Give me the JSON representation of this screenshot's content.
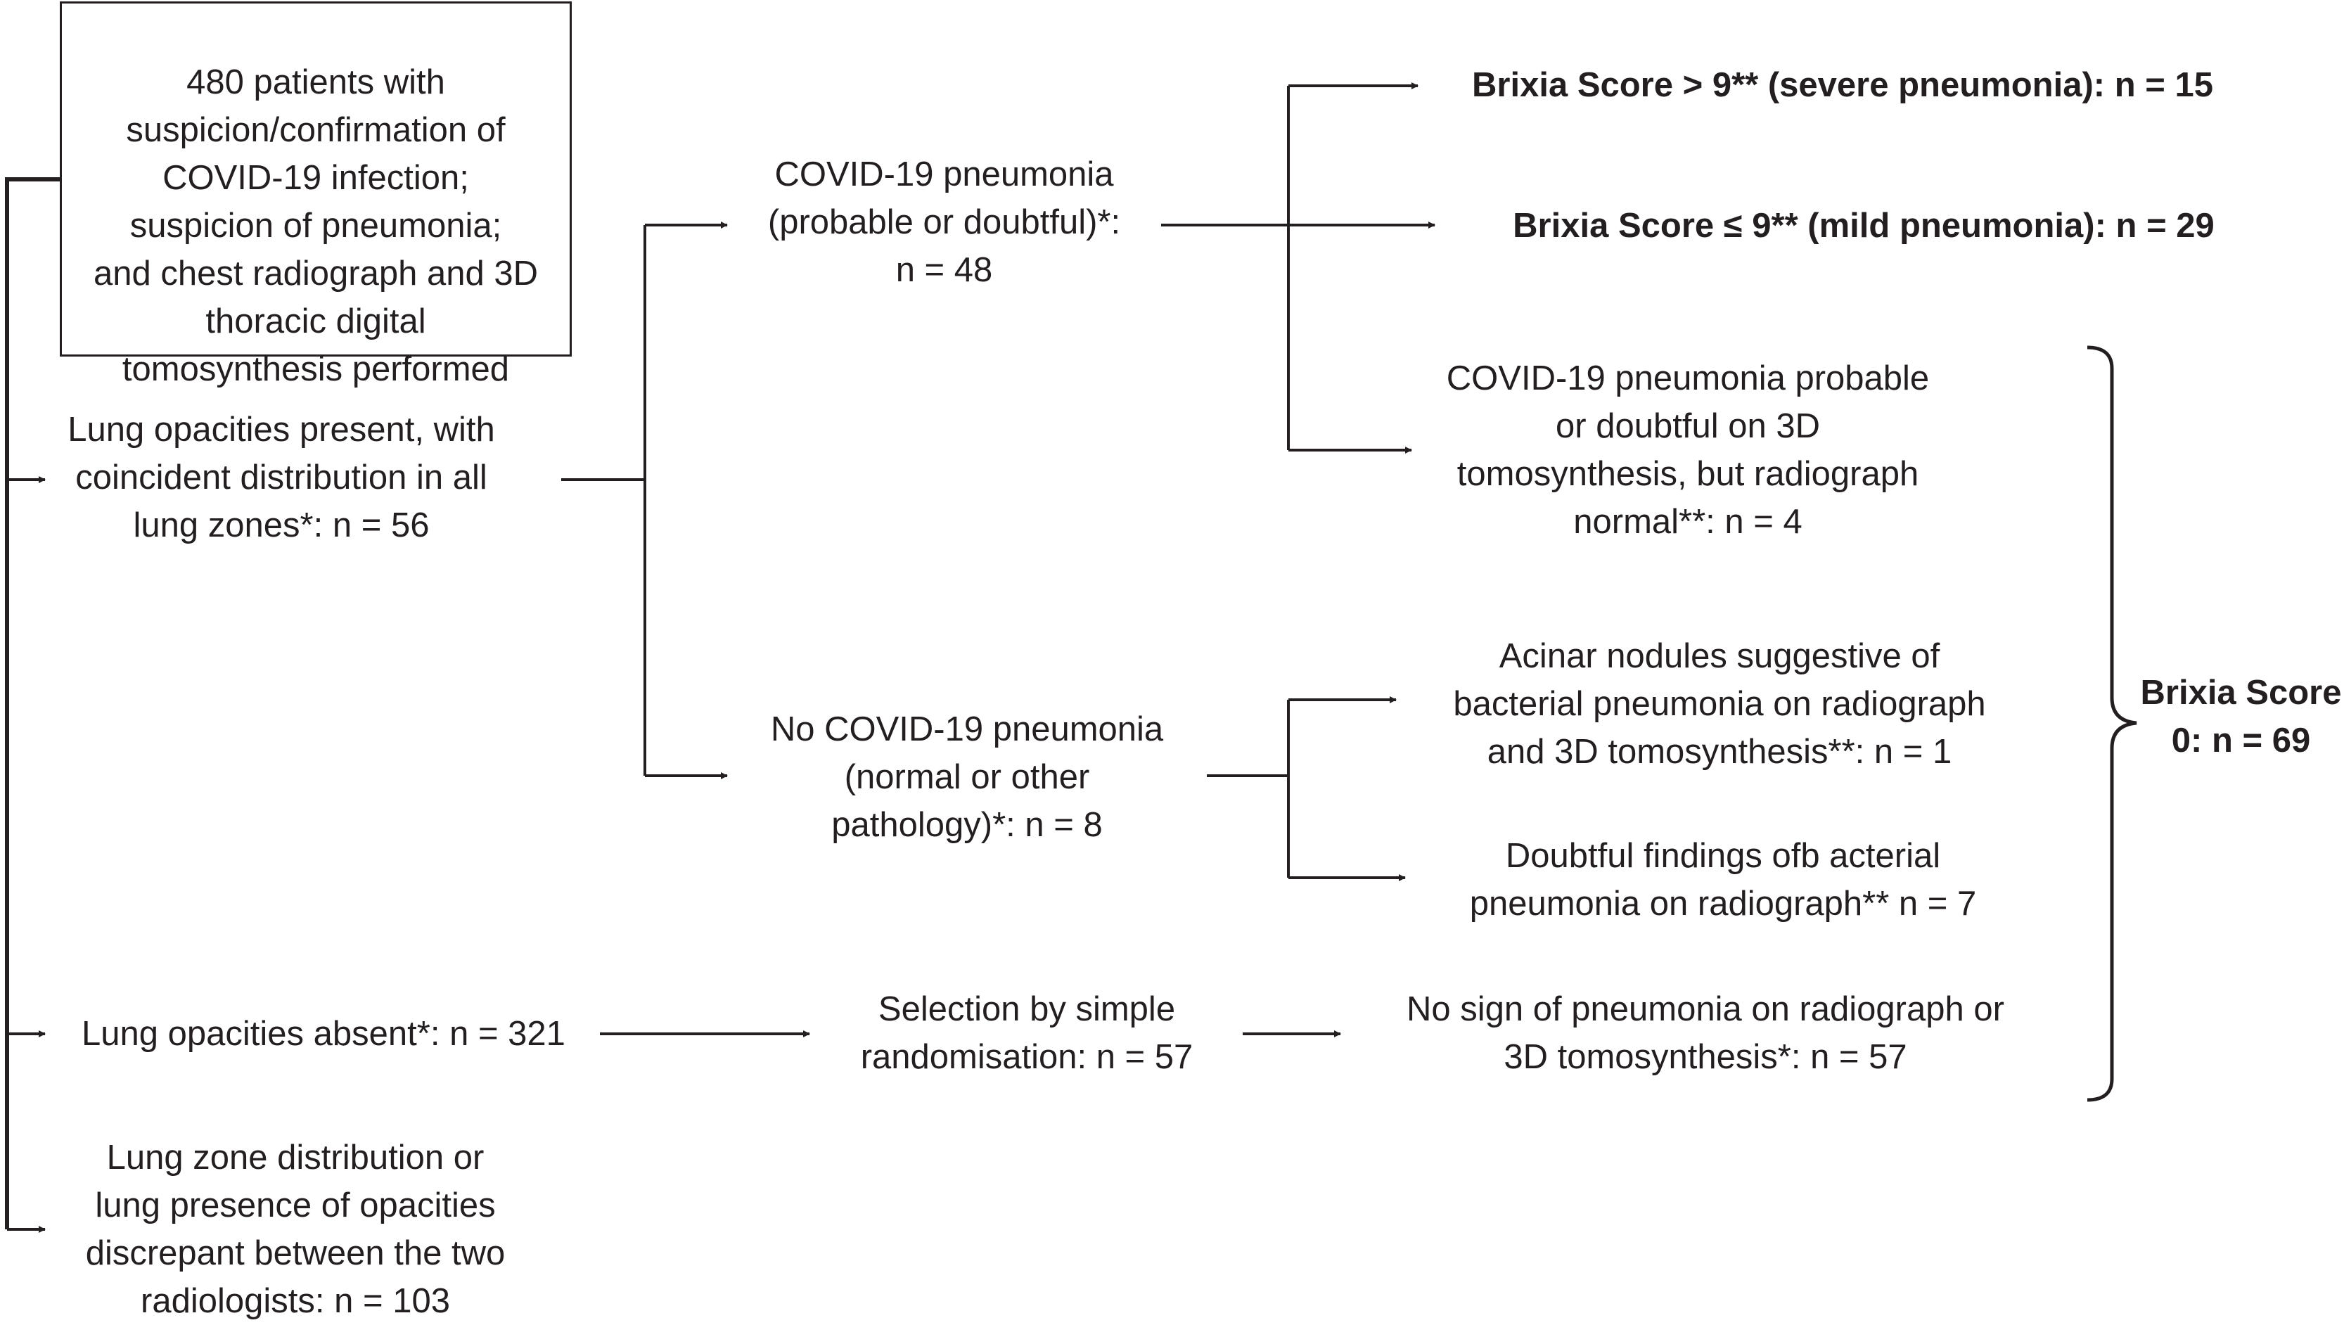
{
  "flowchart": {
    "start": "480 patients with\nsuspicion/confirmation of\nCOVID-19 infection;\nsuspicion of pneumonia;\nand chest radiograph and 3D\nthoracic digital\ntomosynthesis performed",
    "opacities_present": "Lung opacities present, with\ncoincident distribution in all\nlung zones*: n = 56",
    "opacities_absent": "Lung opacities absent*: n = 321",
    "discrepant": "Lung zone distribution or\nlung presence of opacities\ndiscrepant between the two\nradiologists: n = 103",
    "covid_pneumonia": "COVID-19 pneumonia\n(probable or doubtful)*:\nn = 48",
    "no_covid_pneumonia": "No COVID-19 pneumonia\n(normal or other\npathology)*: n = 8",
    "randomisation": "Selection by simple\nrandomisation: n = 57",
    "brixia_severe": "Brixia Score > 9** (severe pneumonia): n = 15",
    "brixia_mild": "Brixia Score ≤ 9** (mild pneumonia): n = 29",
    "tomo_only": "COVID-19 pneumonia probable\nor doubtful on 3D\ntomosynthesis, but radiograph\nnormal**: n = 4",
    "acinar": "Acinar nodules suggestive of\nbacterial pneumonia on radiograph\nand 3D tomosynthesis**: n = 1",
    "doubtful_bacterial": "Doubtful findings ofb acterial\npneumonia on radiograph** n = 7",
    "no_sign": "No sign of pneumonia on radiograph or\n3D tomosynthesis*: n = 57",
    "brixia_zero": "Brixia Score\n0: n = 69"
  },
  "colors": {
    "line": "#231f20",
    "text": "#231f20",
    "background": "#ffffff"
  }
}
